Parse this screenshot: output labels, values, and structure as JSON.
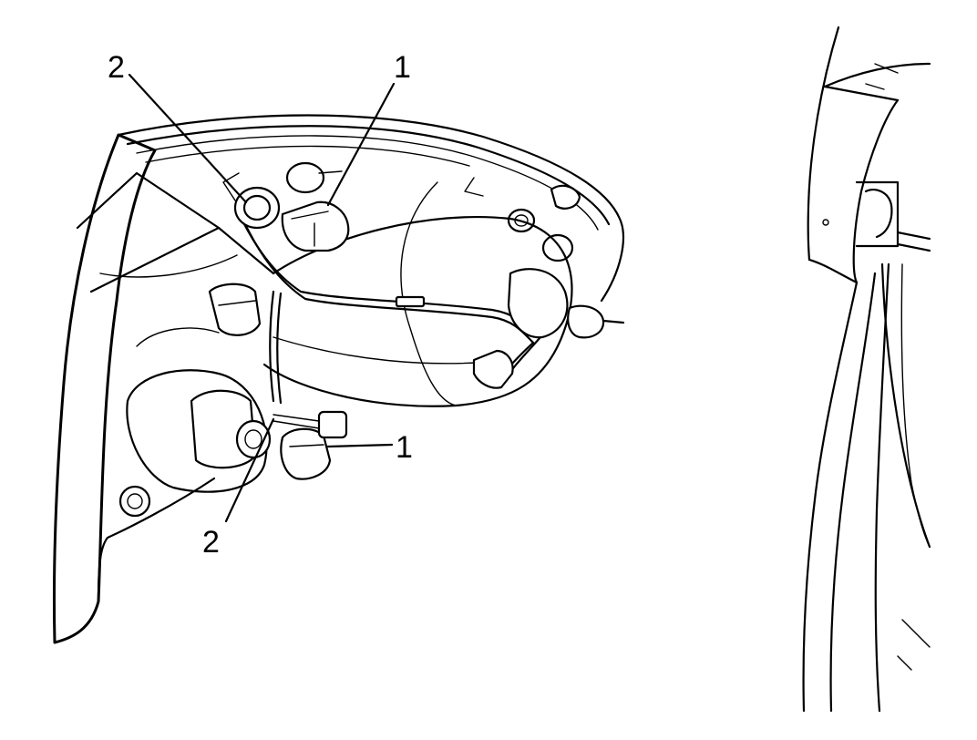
{
  "callouts": [
    {
      "id": "upper-bulb",
      "label": "1"
    },
    {
      "id": "upper-socket",
      "label": "2"
    },
    {
      "id": "lower-bulb",
      "label": "1"
    },
    {
      "id": "lower-socket",
      "label": "2"
    }
  ],
  "colors": {
    "line": "#000000",
    "background": "#ffffff"
  }
}
